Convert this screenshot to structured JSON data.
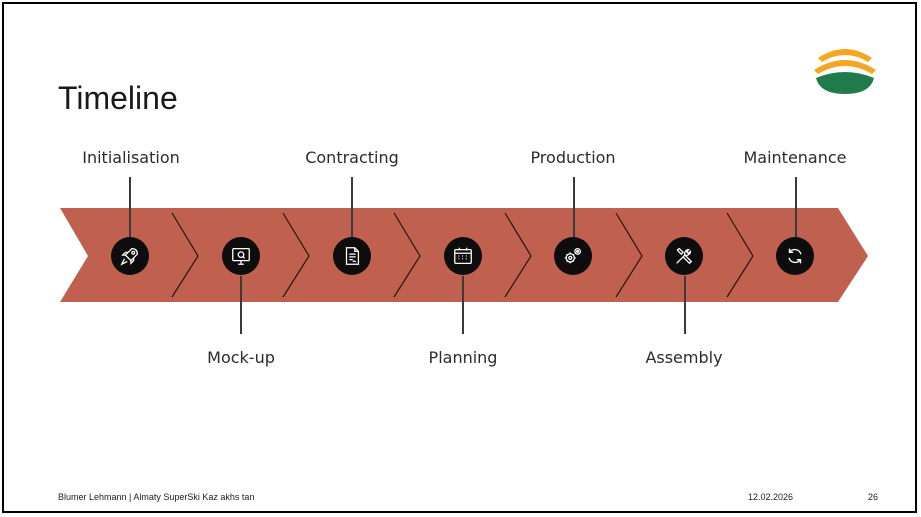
{
  "slide": {
    "title": "Timeline",
    "steps": [
      {
        "label": "Initialisation",
        "icon": "rocket-icon",
        "position": "above"
      },
      {
        "label": "Mock-up",
        "icon": "monitor-icon",
        "position": "below"
      },
      {
        "label": "Contracting",
        "icon": "document-icon",
        "position": "above"
      },
      {
        "label": "Planning",
        "icon": "calendar-icon",
        "position": "below"
      },
      {
        "label": "Production",
        "icon": "gears-icon",
        "position": "above"
      },
      {
        "label": "Assembly",
        "icon": "tools-icon",
        "position": "below"
      },
      {
        "label": "Maintenance",
        "icon": "refresh-icon",
        "position": "above"
      }
    ],
    "footer": {
      "left": "Blumer Lehmann | Almaty SuperSki Kaz akhs tan",
      "date": "12.02.2026",
      "page": "26"
    }
  },
  "colors": {
    "arrow_band": "#c0604e",
    "chevron_lines": "#2a1512",
    "node_fill": "#0d0d0d",
    "logo_orange": "#f5a623",
    "logo_green": "#1f7a4c"
  }
}
